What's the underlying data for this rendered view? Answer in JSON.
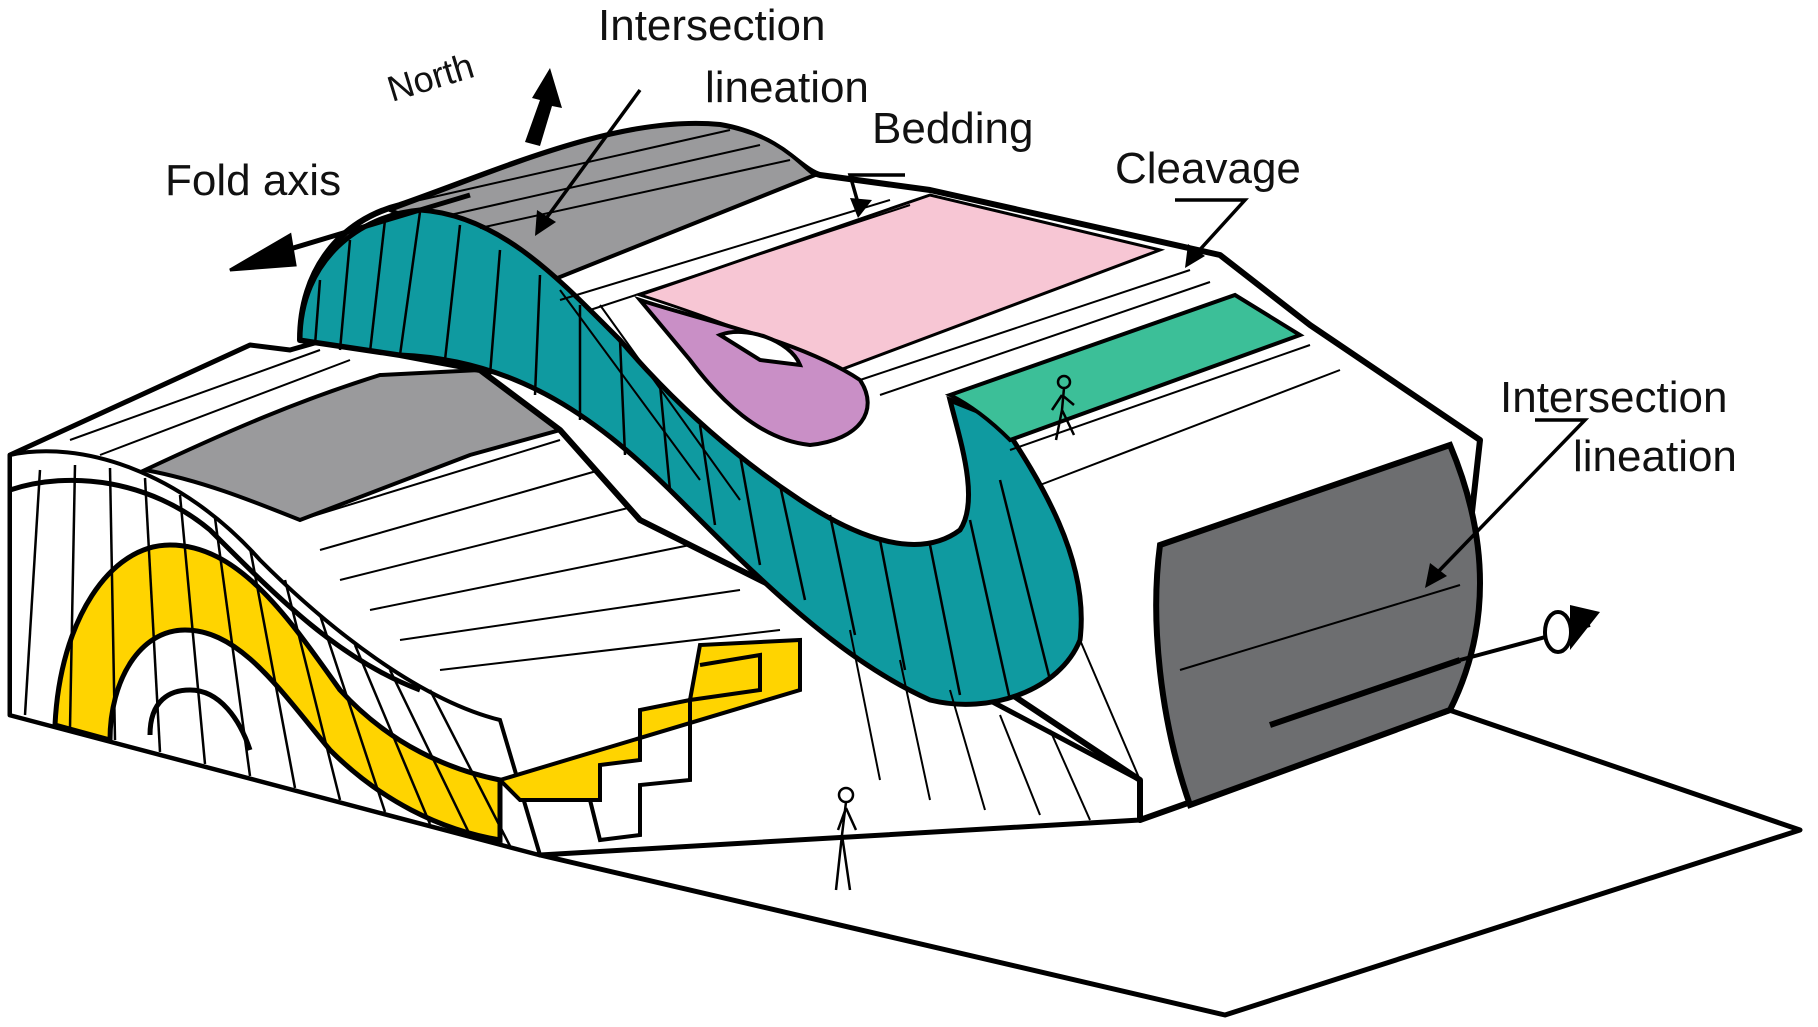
{
  "labels": {
    "intersection_lineation_top": [
      "Intersection",
      "lineation"
    ],
    "north": "North",
    "fold_axis": "Fold axis",
    "bedding": "Bedding",
    "cleavage": "Cleavage",
    "intersection_lineation_right": [
      "Intersection",
      "lineation"
    ]
  },
  "colors": {
    "teal": "#0f9aa0",
    "mint": "#3cbf98",
    "yellow": "#ffd400",
    "gray": "#9a9a9c",
    "dark_gray": "#6d6e70",
    "pink": "#f7c6d4",
    "lilac": "#c98fc6",
    "ink": "#000000",
    "paper": "#ffffff"
  }
}
